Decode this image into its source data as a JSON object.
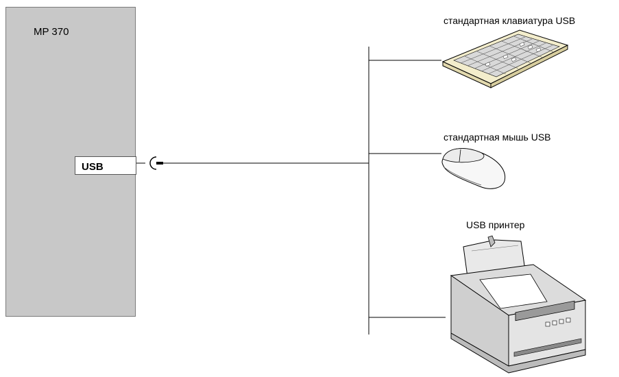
{
  "device": {
    "title": "MP 370",
    "port_label": "USB"
  },
  "peripherals": {
    "keyboard_label": "стандартная клавиатура USB",
    "mouse_label": "стандартная мышь USB",
    "printer_label": "USB принтер"
  },
  "icons": {
    "keyboard": "keyboard-icon",
    "mouse": "mouse-icon",
    "printer": "printer-icon",
    "connector": "usb-connector-icon"
  },
  "colors": {
    "device_fill": "#c8c8c8",
    "line": "#000000",
    "keyboard_body": "#f3edcc"
  }
}
